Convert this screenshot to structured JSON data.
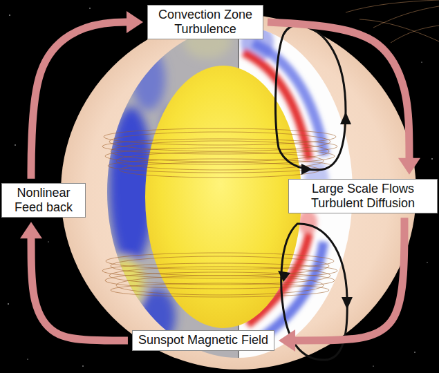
{
  "diagram": {
    "nodes": [
      {
        "text": [
          "Convection Zone Turbulence"
        ]
      },
      {
        "text": [
          "Nonlinear Feed back"
        ]
      },
      {
        "text": [
          "Large Scale Flows Turbulent Diffusion"
        ]
      },
      {
        "text": [
          "Sunspot Magnetic Field"
        ]
      }
    ],
    "edges": [
      {
        "from": 0,
        "to": 2,
        "arrow": "to"
      },
      {
        "from": 2,
        "to": 3,
        "arrow": "to"
      },
      {
        "from": 3,
        "to": 1,
        "arrow": "to"
      },
      {
        "from": 1,
        "to": 0,
        "arrow": "to"
      }
    ]
  }
}
